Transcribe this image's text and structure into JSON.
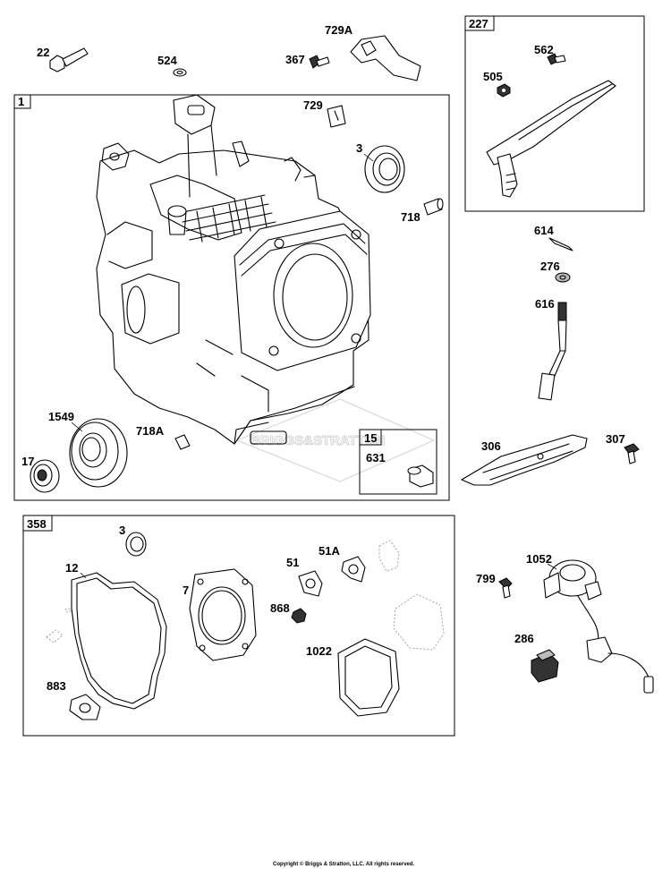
{
  "boxes": {
    "crankcase": "1",
    "governor_lever": "227",
    "dipstick": "15",
    "gasket_set": "358"
  },
  "parts": {
    "p22": "22",
    "p524": "524",
    "p367": "367",
    "p729A": "729A",
    "p729": "729",
    "p3_top": "3",
    "p718": "718",
    "p1549": "1549",
    "p718A": "718A",
    "p17": "17",
    "p631": "631",
    "p505": "505",
    "p562": "562",
    "p614": "614",
    "p276": "276",
    "p616": "616",
    "p306": "306",
    "p307": "307",
    "p3_bottom": "3",
    "p12": "12",
    "p7": "7",
    "p51": "51",
    "p51A": "51A",
    "p868": "868",
    "p1022": "1022",
    "p883": "883",
    "p799": "799",
    "p1052": "1052",
    "p286": "286"
  },
  "watermark": "BRIGGS&STRATTON",
  "copyright": "Copyright © Briggs & Stratton, LLC. All rights reserved."
}
